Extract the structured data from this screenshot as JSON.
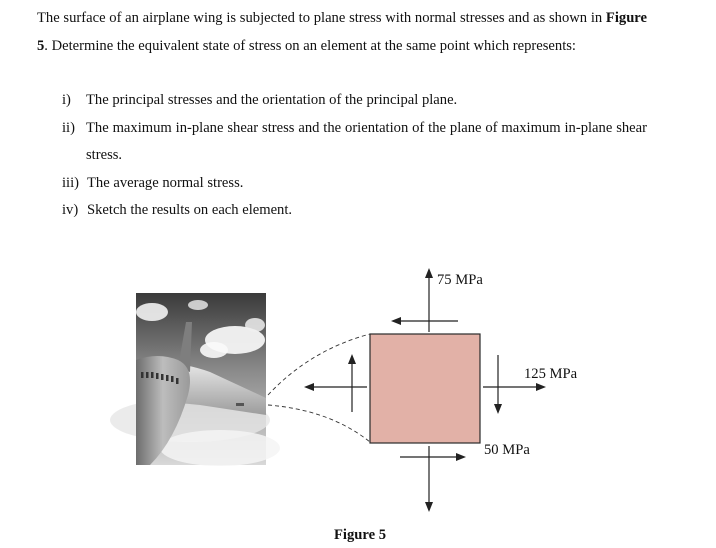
{
  "problem": {
    "intro_part1": "The surface of an airplane wing is subjected to plane stress with normal stresses and as shown in ",
    "figure_ref": "Figure 5",
    "intro_part2": ". Determine the equivalent state of stress on an element at the same point which represents:",
    "items": [
      {
        "num": "i)",
        "text": "The principal stresses and the orientation of the principal plane."
      },
      {
        "num": "ii)",
        "text": "The maximum in-plane shear stress and the orientation of the plane of maximum in-plane shear stress."
      },
      {
        "num": "iii)",
        "text": "The average normal stress."
      },
      {
        "num": "iv)",
        "text": "Sketch the results on each element."
      }
    ]
  },
  "figure": {
    "caption": "Figure 5",
    "labels": {
      "top": "75 MPa",
      "right": "125 MPa",
      "bottom": "50 MPa"
    },
    "colors": {
      "element_fill": "#e2b1a7",
      "element_stroke": "#2a2a2a"
    },
    "photo_icon": "airplane-wing-photo"
  }
}
